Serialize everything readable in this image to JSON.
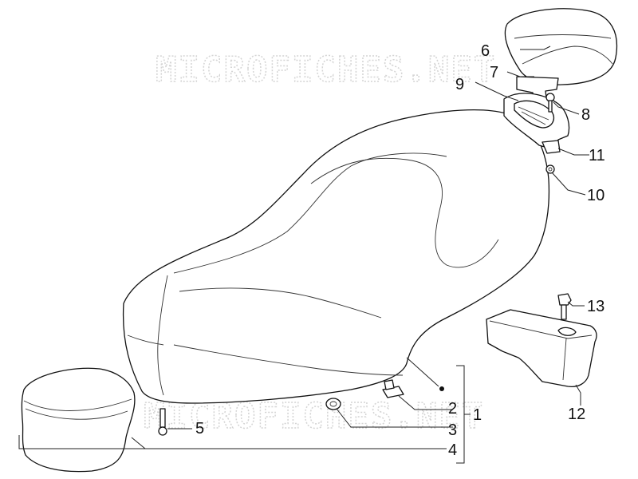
{
  "watermark": {
    "text": "MICROFICHES.NET"
  },
  "callouts": {
    "c1": "1",
    "c2": "2",
    "c3": "3",
    "c4": "4",
    "c5": "5",
    "c6": "6",
    "c7": "7",
    "c8": "8",
    "c9": "9",
    "c10": "10",
    "c11": "11",
    "c12": "12",
    "c13": "13"
  },
  "colors": {
    "line": "#111111",
    "watermark": "#d4d4d4",
    "background": "#ffffff"
  },
  "parts": [
    "seat",
    "front-seat-tray",
    "backrest-pad",
    "backrest-support-bracket",
    "backrest-base-plate",
    "backrest-screw",
    "backrest-nut",
    "hinge-clip",
    "grommet",
    "seat-latch-hook",
    "seat-screw",
    "rear-cover-plate",
    "cover-screw"
  ]
}
